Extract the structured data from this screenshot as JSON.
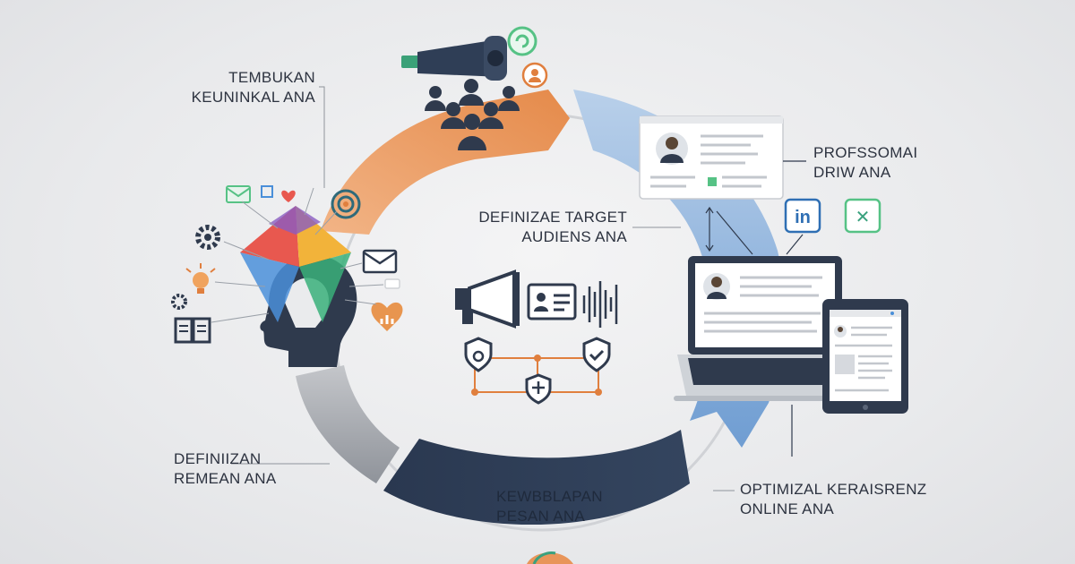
{
  "steps": {
    "discover": {
      "line1": "TEMBUKAN",
      "line2": "KEUNINKAL ANA"
    },
    "define_target": {
      "line1": "DEFINIZAE TARGET",
      "line2": "AUDIENS ANA"
    },
    "professional": {
      "line1": "PROFSSOMAI",
      "line2": "DRIW ANA"
    },
    "define_message": {
      "line1": "DEFINIIZAN",
      "line2": "REMEAN ANA"
    },
    "develop_message": {
      "line1": "KEWBBLAPAN",
      "line2": "PESAN ANA"
    },
    "optimize": {
      "line1": "OPTIMIZAL KERAISRENZ",
      "line2": "ONLINE ANA"
    }
  },
  "badges": {
    "linkedin": "in",
    "x": "✕"
  },
  "colors": {
    "orange": "#e8955a",
    "blue": "#7fa8d6",
    "navy": "#2f3e56",
    "gray": "#a4a7ad",
    "teal": "#3aa17e",
    "green": "#56c285",
    "linkedin": "#2f6fb4",
    "accent_orange": "#e07f3e"
  }
}
